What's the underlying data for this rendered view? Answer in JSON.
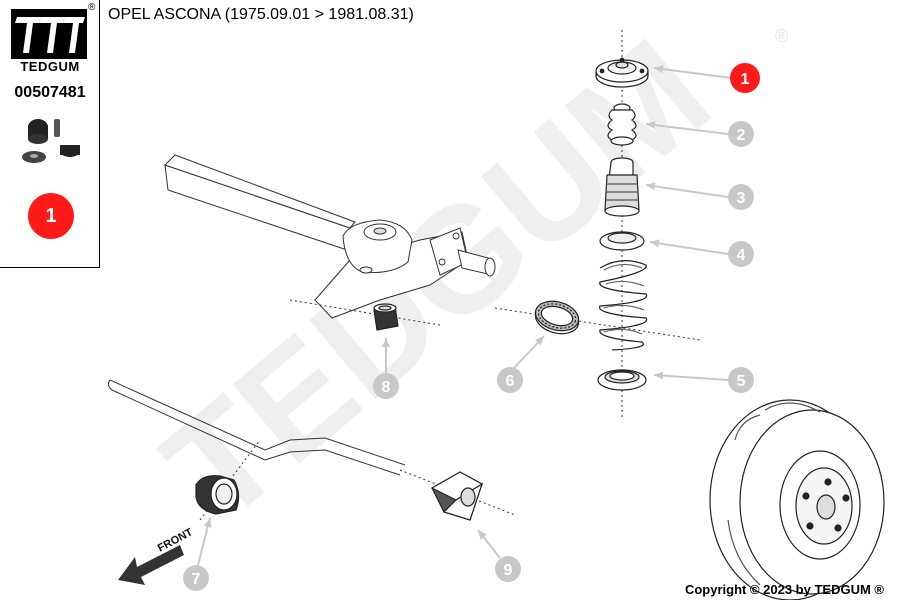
{
  "brand": {
    "name": "TEDGUM",
    "registered_mark": "®",
    "part_number": "00507481",
    "kit_badge": "1",
    "watermark": "TEDGUM"
  },
  "vehicle": {
    "title": "OPEL ASCONA (1975.09.01 > 1981.08.31)"
  },
  "diagram": {
    "front_label": "FRONT",
    "callouts": [
      {
        "number": "1",
        "highlighted": true
      },
      {
        "number": "2",
        "highlighted": false
      },
      {
        "number": "3",
        "highlighted": false
      },
      {
        "number": "4",
        "highlighted": false
      },
      {
        "number": "5",
        "highlighted": false
      },
      {
        "number": "6",
        "highlighted": false
      },
      {
        "number": "7",
        "highlighted": false
      },
      {
        "number": "8",
        "highlighted": false
      },
      {
        "number": "9",
        "highlighted": false
      }
    ],
    "colors": {
      "highlight": "#ff1a1a",
      "callout": "#c8c8c8",
      "watermark": "#eeeeee"
    }
  },
  "footer": {
    "copyright": "Copyright © 2023 by TEDGUM ®"
  }
}
